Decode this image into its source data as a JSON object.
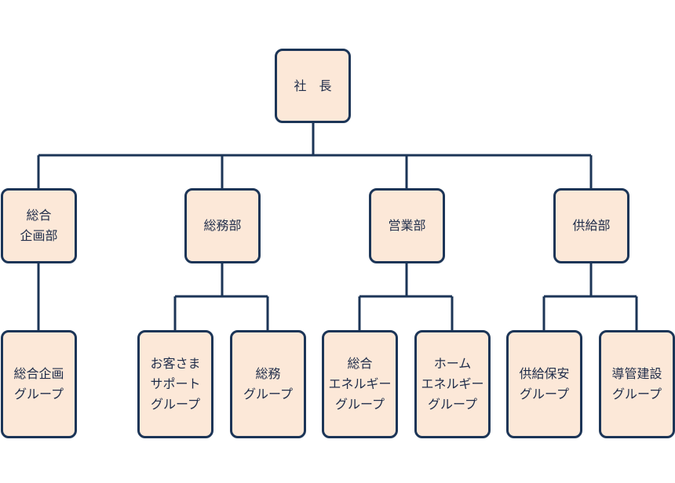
{
  "org_chart": {
    "president": {
      "label": "社　長"
    },
    "departments": [
      {
        "lines": [
          "総合",
          "企画部"
        ],
        "groups": [
          {
            "lines": [
              "総合企画",
              "グループ"
            ]
          }
        ]
      },
      {
        "lines": [
          "総務部"
        ],
        "groups": [
          {
            "lines": [
              "お客さま",
              "サポート",
              "グループ"
            ]
          },
          {
            "lines": [
              "総務",
              "グループ"
            ]
          }
        ]
      },
      {
        "lines": [
          "営業部"
        ],
        "groups": [
          {
            "lines": [
              "総合",
              "エネルギー",
              "グループ"
            ]
          },
          {
            "lines": [
              "ホーム",
              "エネルギー",
              "グループ"
            ]
          }
        ]
      },
      {
        "lines": [
          "供給部"
        ],
        "groups": [
          {
            "lines": [
              "供給保安",
              "グループ"
            ]
          },
          {
            "lines": [
              "導管建設",
              "グループ"
            ]
          }
        ]
      }
    ]
  },
  "colors": {
    "node_fill": "#fce8d8",
    "node_border": "#1c3557",
    "text": "#1f2d4a"
  }
}
